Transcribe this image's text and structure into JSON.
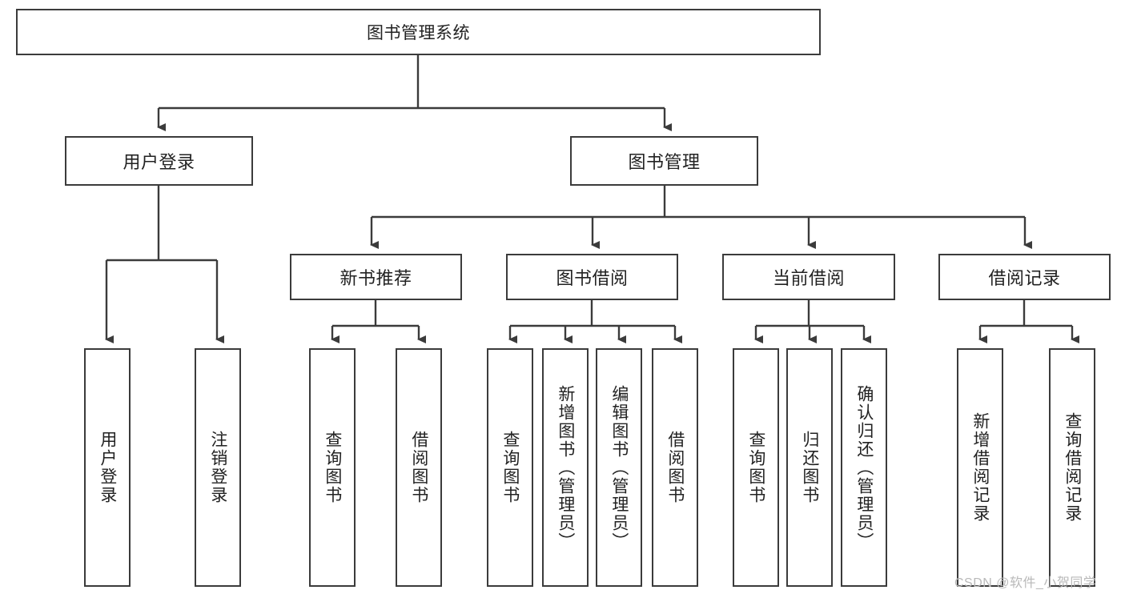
{
  "diagram": {
    "type": "tree",
    "title": "图书管理系统",
    "watermark": "CSDN @软件_小贺同学",
    "root": {
      "label": "图书管理系统"
    },
    "level1": [
      {
        "label": "用户登录"
      },
      {
        "label": "图书管理"
      }
    ],
    "level2": [
      {
        "label": "新书推荐"
      },
      {
        "label": "图书借阅"
      },
      {
        "label": "当前借阅"
      },
      {
        "label": "借阅记录"
      }
    ],
    "leaves": {
      "user_login": [
        {
          "label": "用户登录"
        },
        {
          "label": "注销登录"
        }
      ],
      "new_book_recommend": [
        {
          "label": "查询图书"
        },
        {
          "label": "借阅图书"
        }
      ],
      "book_borrow": [
        {
          "label": "查询图书"
        },
        {
          "label": "新增图书（管理员）"
        },
        {
          "label": "编辑图书（管理员）"
        },
        {
          "label": "借阅图书"
        }
      ],
      "current_borrow": [
        {
          "label": "查询图书"
        },
        {
          "label": "归还图书"
        },
        {
          "label": "确认归还（管理员）"
        }
      ],
      "borrow_record": [
        {
          "label": "新增借阅记录"
        },
        {
          "label": "查询借阅记录"
        }
      ]
    },
    "colors": {
      "stroke": "#3b3b3b",
      "fill": "#ffffff",
      "text": "#222222",
      "watermark": "#b9b9b9"
    }
  }
}
